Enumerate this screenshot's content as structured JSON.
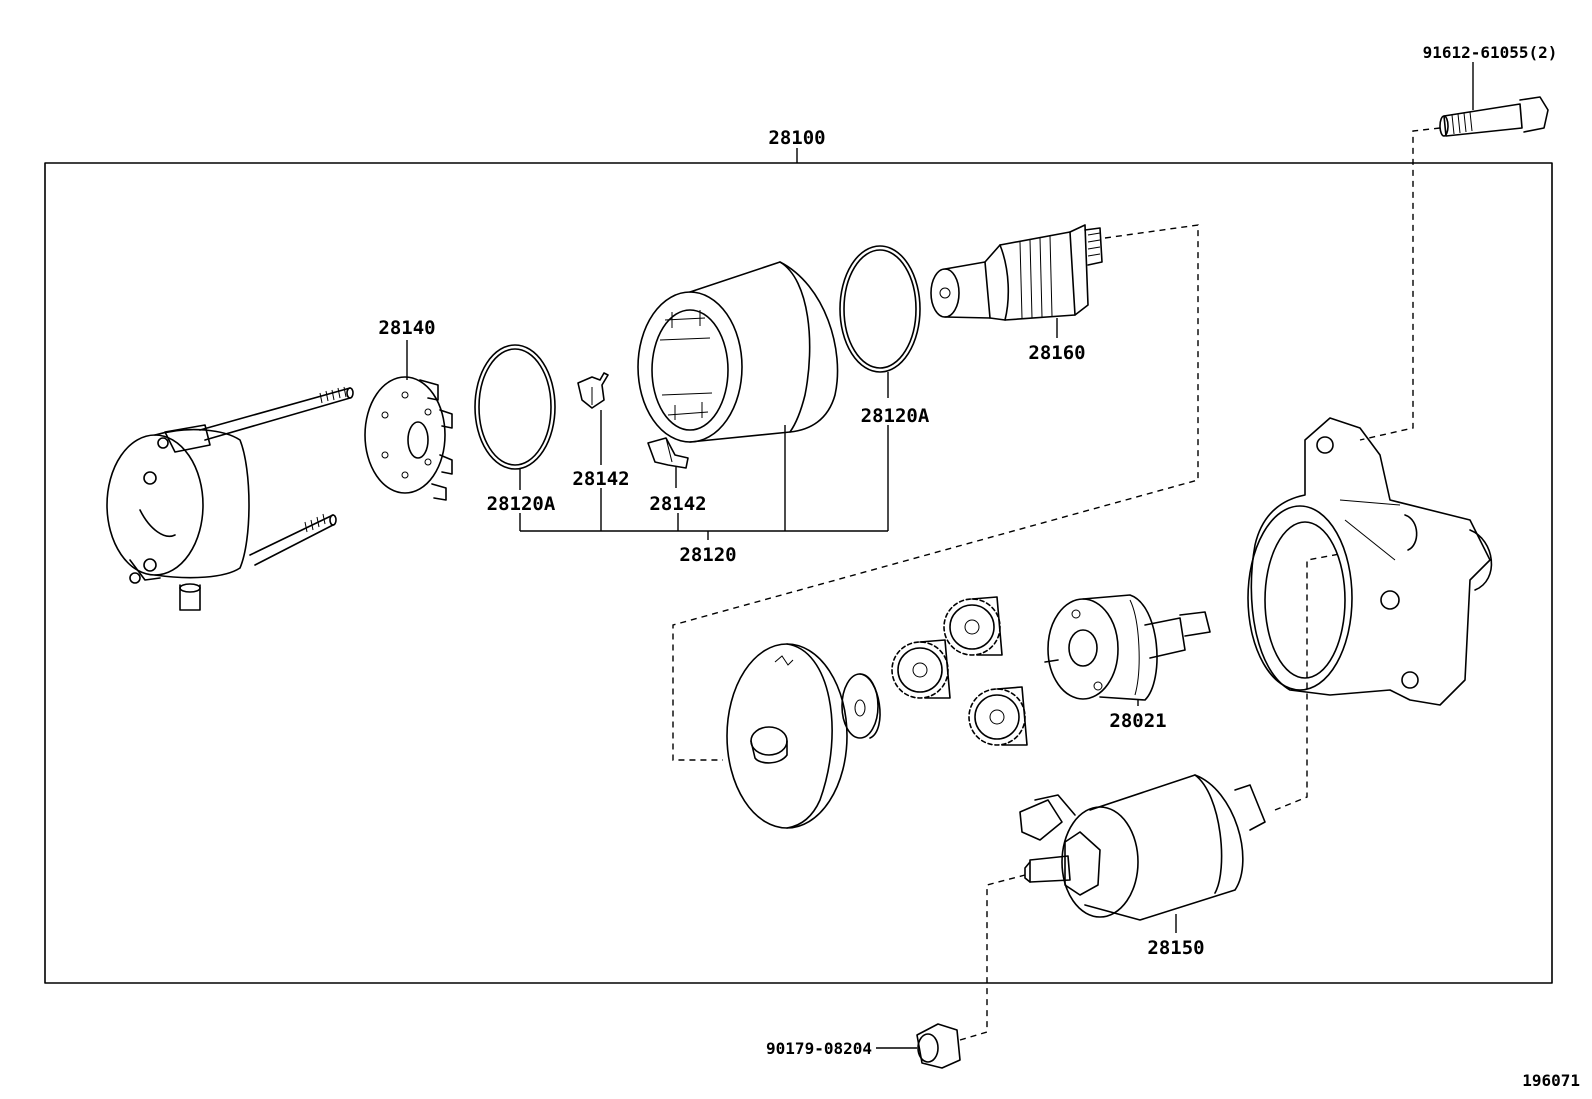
{
  "diagram": {
    "assembly_label": "28100",
    "parts": {
      "p28140": "28140",
      "p28120A_left": "28120A",
      "p28142_top": "28142",
      "p28142_bottom": "28142",
      "p28120": "28120",
      "p28120A_right": "28120A",
      "p28160": "28160",
      "p28021": "28021",
      "p28150": "28150",
      "bolt": "91612-61055(2)",
      "nut": "90179-08204"
    },
    "figure_number": "196071"
  }
}
